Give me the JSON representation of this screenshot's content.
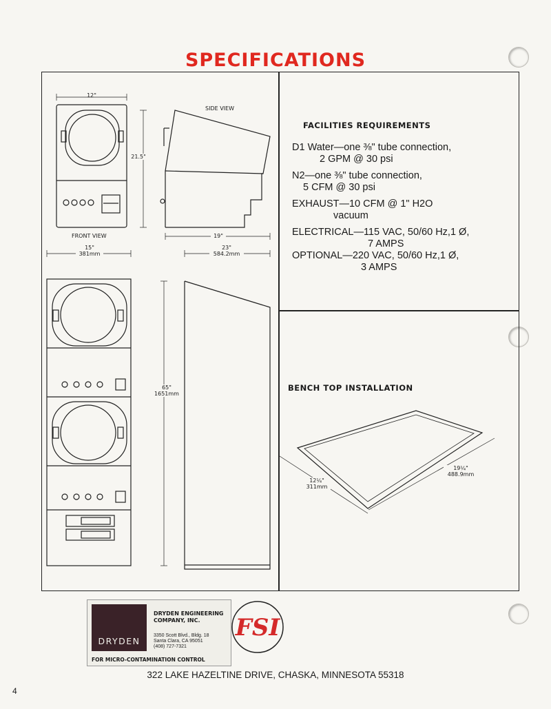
{
  "page": {
    "title": "SPECIFICATIONS",
    "page_number": "4",
    "footer_address": "322 LAKE HAZELTINE DRIVE, CHASKA, MINNESOTA 55318"
  },
  "drawings": {
    "width_top": "12\"",
    "side_view_label": "SIDE VIEW",
    "height_top": "21.5\"",
    "front_view_label": "FRONT VIEW",
    "depth_top": "19\"",
    "width_stack_in": "15\"",
    "width_stack_mm": "381mm",
    "depth_stack_in": "23\"",
    "depth_stack_mm": "584.2mm",
    "height_stack_in": "65\"",
    "height_stack_mm": "1651mm"
  },
  "facilities": {
    "heading": "FACILITIES REQUIREMENTS",
    "water_a": "D1 Water—one ⅜\" tube connection,",
    "water_b": "2 GPM @ 30 psi",
    "n2_a": "N2—one ⅜\" tube connection,",
    "n2_b": "5 CFM @ 30 psi",
    "exhaust_a": "EXHAUST—10 CFM @ 1\" H2O",
    "exhaust_b": "vacuum",
    "electrical_a": "ELECTRICAL—115 VAC, 50/60 Hz,1 Ø,",
    "electrical_b": "7 AMPS",
    "optional_a": "OPTIONAL—220 VAC, 50/60 Hz,1 Ø,",
    "optional_b": "3 AMPS"
  },
  "bench": {
    "heading": "BENCH TOP INSTALLATION",
    "short_in": "12¼\"",
    "short_mm": "311mm",
    "long_in": "19¼\"",
    "long_mm": "488.9mm"
  },
  "dryden": {
    "logo_text": "DRYDEN",
    "company_line1": "DRYDEN ENGINEERING",
    "company_line2": "COMPANY, INC.",
    "addr1": "3350 Scott Blvd., Bldg. 18",
    "addr2": "Santa Clara, CA 95051",
    "phone": "(408) 727-7321",
    "tagline": "FOR MICRO-CONTAMINATION CONTROL"
  },
  "fsi_logo_text": "FSI",
  "colors": {
    "title_red": "#e0281f",
    "fsi_red": "#d42a2a",
    "dryden_block": "#3a2228"
  }
}
